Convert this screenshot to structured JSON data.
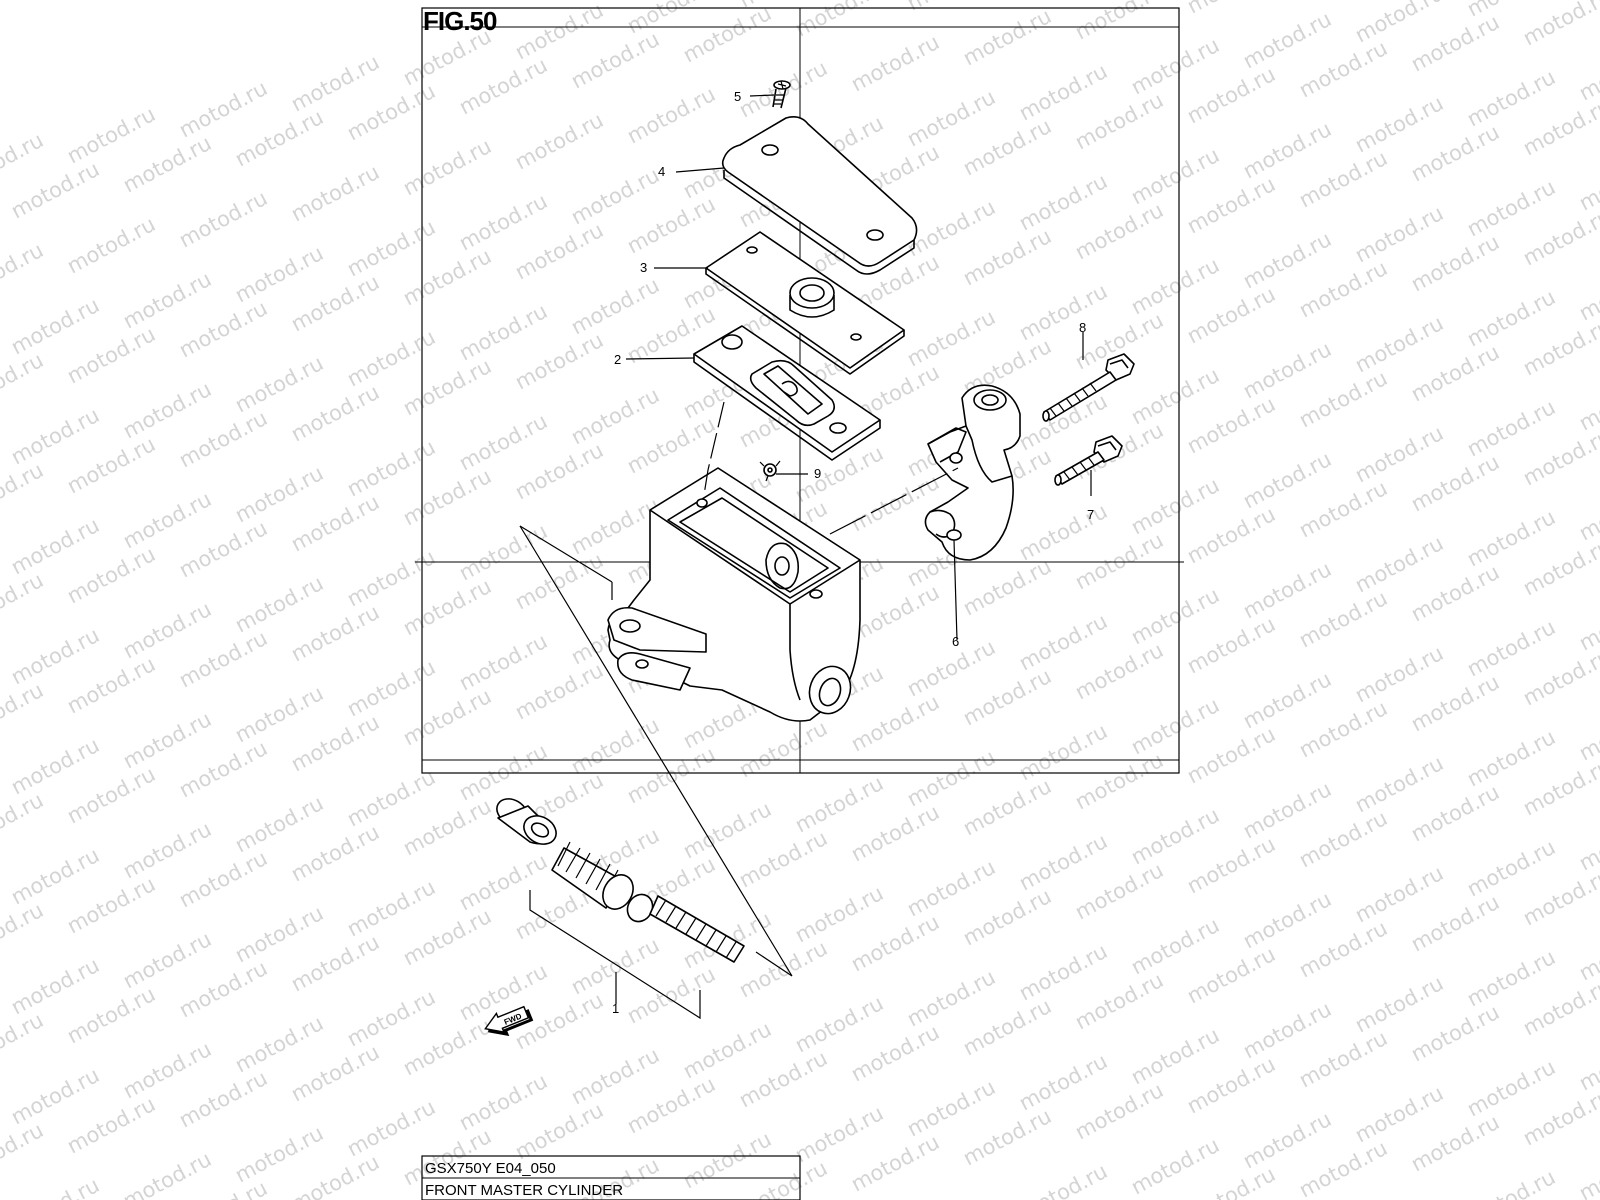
{
  "figure": {
    "title": "FIG.50",
    "watermark": "motod.ru",
    "fwd_label": "FWD"
  },
  "callouts": [
    "1",
    "2",
    "3",
    "4",
    "5",
    "6",
    "7",
    "8",
    "9"
  ],
  "info_box": {
    "model_code": "GSX750Y E04_050",
    "section_title": "FRONT MASTER CYLINDER"
  }
}
